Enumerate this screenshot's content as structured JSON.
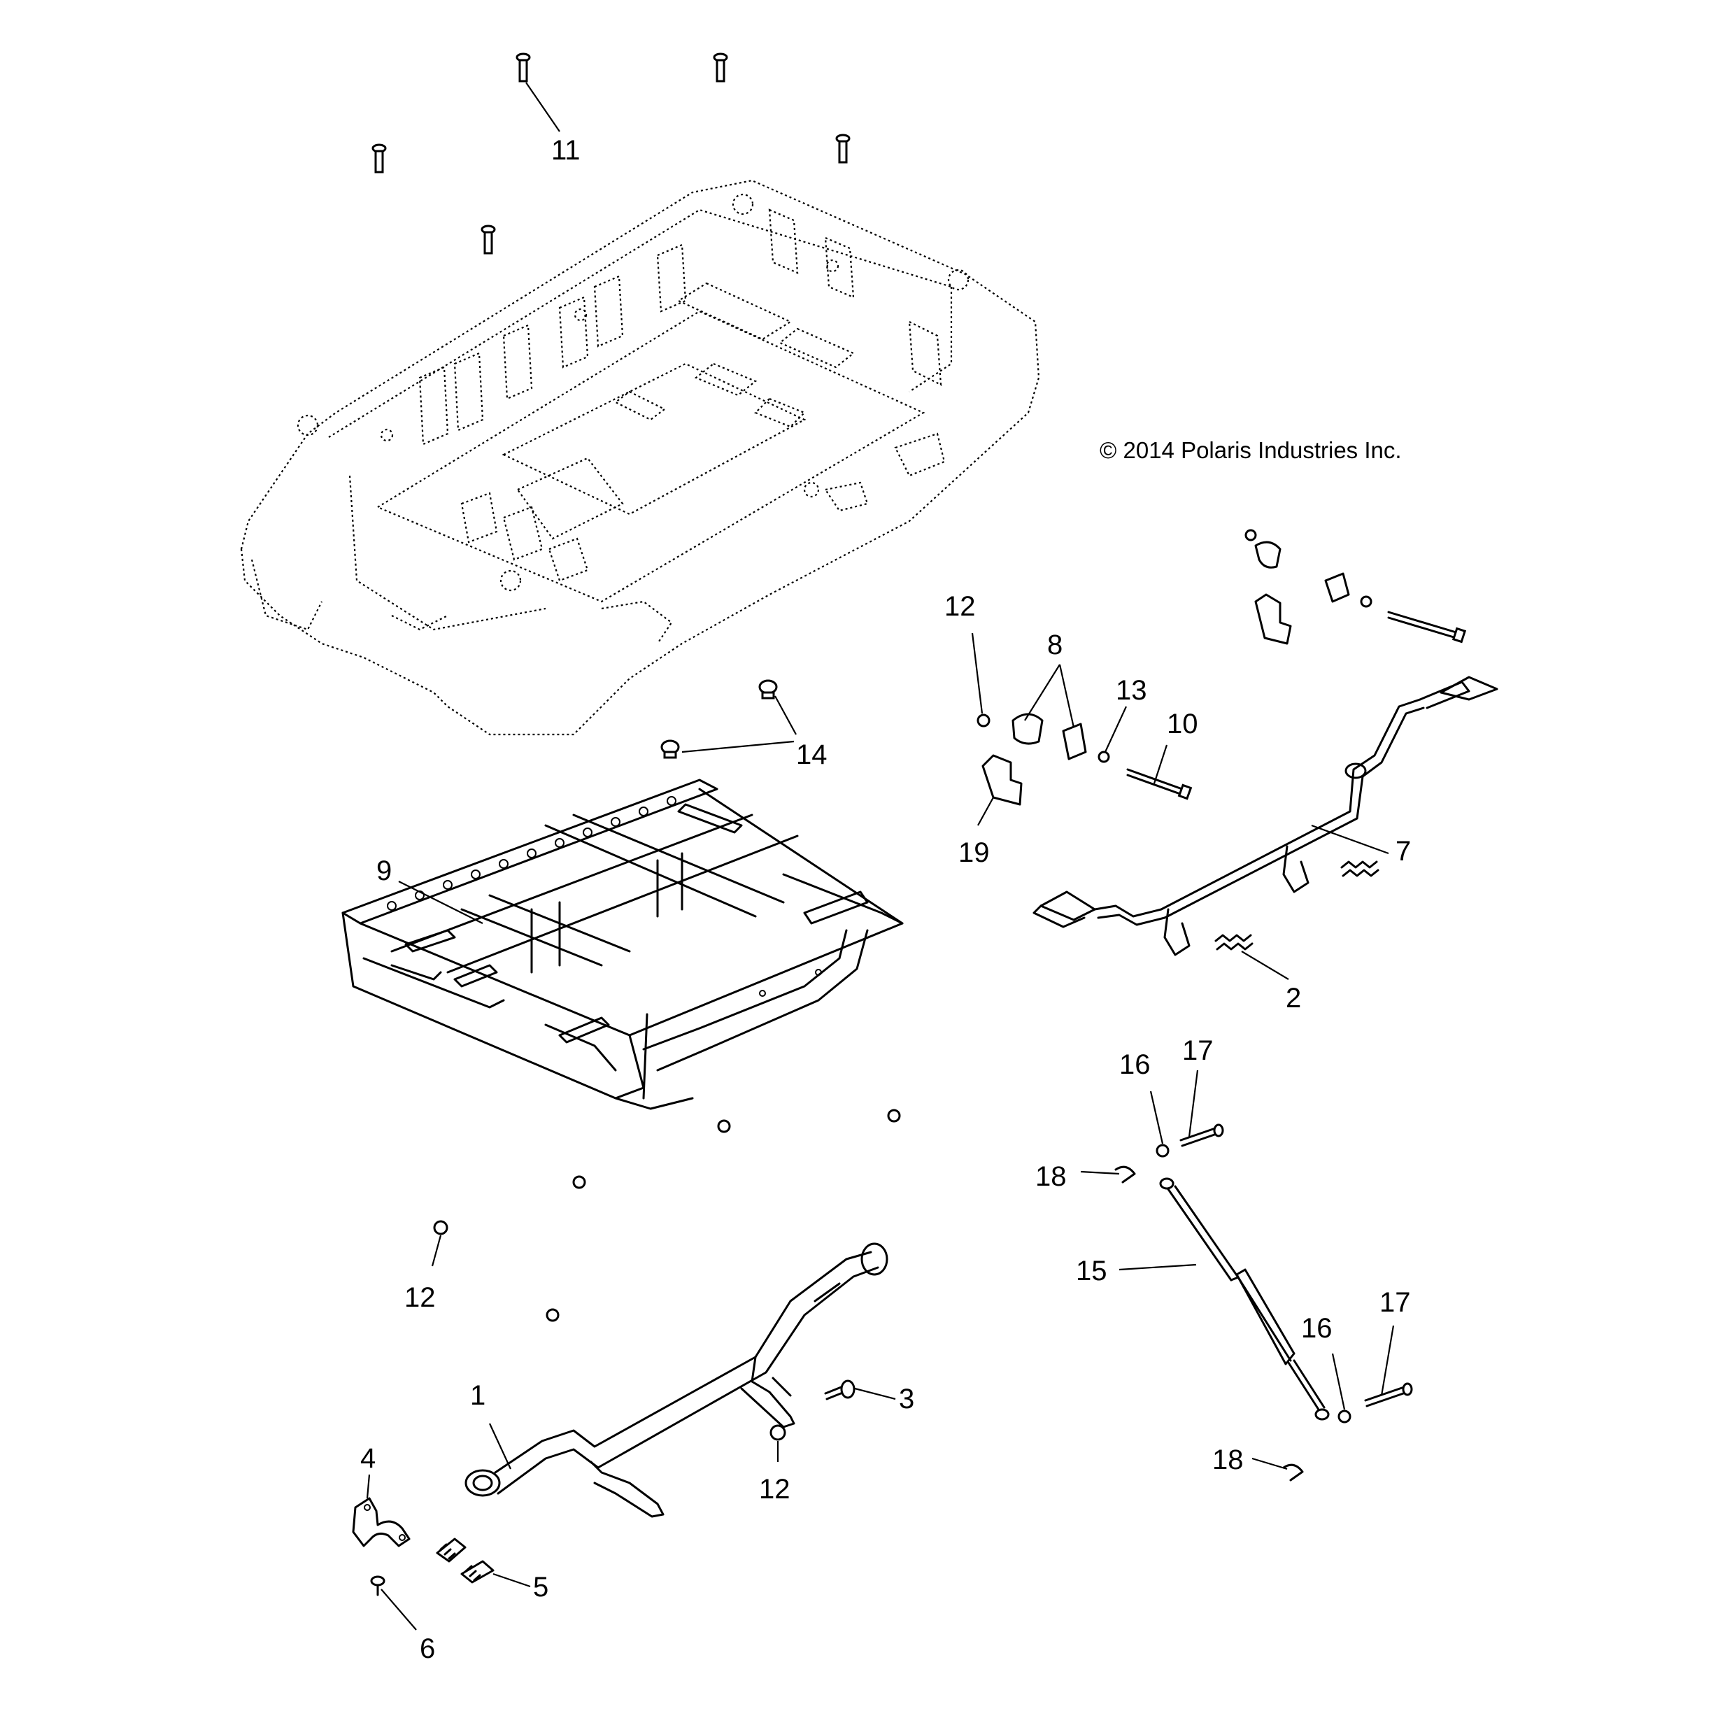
{
  "copyright": "© 2014 Polaris Industries Inc.",
  "callouts": {
    "c1": "1",
    "c2": "2",
    "c3": "3",
    "c4": "4",
    "c5": "5",
    "c6": "6",
    "c7": "7",
    "c8": "8",
    "c9": "9",
    "c10": "10",
    "c11": "11",
    "c12a": "12",
    "c12b": "12",
    "c12c": "12",
    "c13": "13",
    "c14": "14",
    "c15": "15",
    "c16a": "16",
    "c16b": "16",
    "c17a": "17",
    "c17b": "17",
    "c18a": "18",
    "c18b": "18",
    "c19": "19"
  }
}
